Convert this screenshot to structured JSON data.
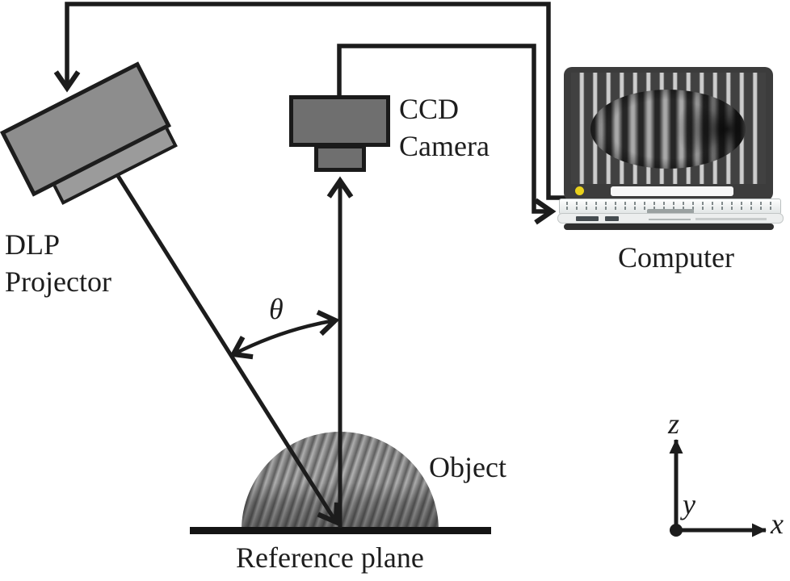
{
  "diagram": {
    "labels": {
      "projector_line1": "DLP",
      "projector_line2": "Projector",
      "camera_line1": "CCD",
      "camera_line2": "Camera",
      "computer": "Computer",
      "object": "Object",
      "reference_plane": "Reference plane",
      "angle": "θ"
    },
    "axes": {
      "x": "x",
      "y": "y",
      "z": "z"
    },
    "colors": {
      "background": "#ffffff",
      "line": "#1c1c1c",
      "projector_body": "#8d8d8d",
      "projector_plate": "#9b9b9b",
      "camera_body": "#6f6f6f",
      "laptop_bezel": "#3c3c3c",
      "screen_stripe_dark": "#414141",
      "screen_stripe_light": "#cdcdcd",
      "object_stripe_dark": "#616161",
      "object_stripe_light": "#b2b2b2",
      "power_led": "#e9d11b",
      "reference_plane": "#141414"
    }
  }
}
